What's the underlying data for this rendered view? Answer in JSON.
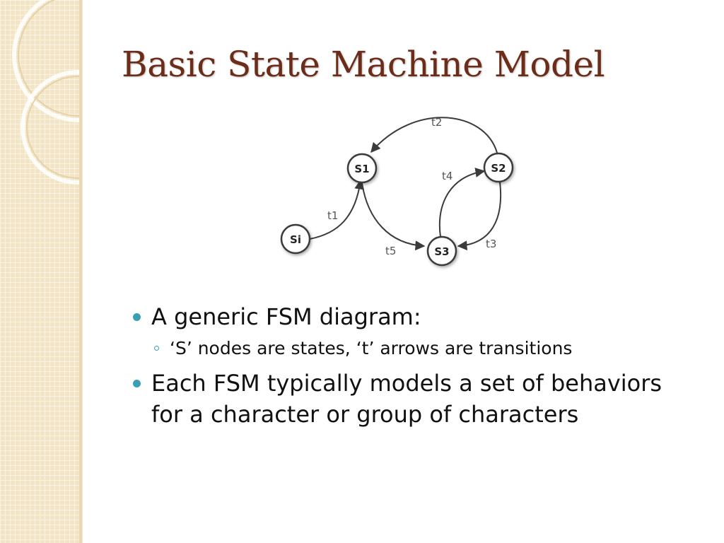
{
  "slide": {
    "title": "Basic State Machine Model",
    "accent_colors": {
      "title": "#6b2d1a",
      "bullet": "#3a9fb3",
      "side_strip": "#f2e4c4"
    }
  },
  "diagram": {
    "nodes": [
      {
        "id": "S1",
        "label": "S1"
      },
      {
        "id": "S2",
        "label": "S2"
      },
      {
        "id": "S3",
        "label": "S3"
      },
      {
        "id": "Si",
        "label": "Si"
      }
    ],
    "transitions": [
      {
        "label": "t1",
        "from": "Si",
        "to": "S1"
      },
      {
        "label": "t2",
        "from": "S2",
        "to": "S1"
      },
      {
        "label": "t3",
        "from": "S2",
        "to": "S3"
      },
      {
        "label": "t4",
        "from": "S3",
        "to": "S2"
      },
      {
        "label": "t5",
        "from": "S1",
        "to": "S3"
      }
    ]
  },
  "bullets": [
    {
      "text": "A generic FSM diagram:",
      "sub": [
        "‘S’ nodes are states, ‘t’ arrows are transitions"
      ]
    },
    {
      "text": "Each FSM typically models a set of behaviors for a character or group of characters"
    }
  ]
}
